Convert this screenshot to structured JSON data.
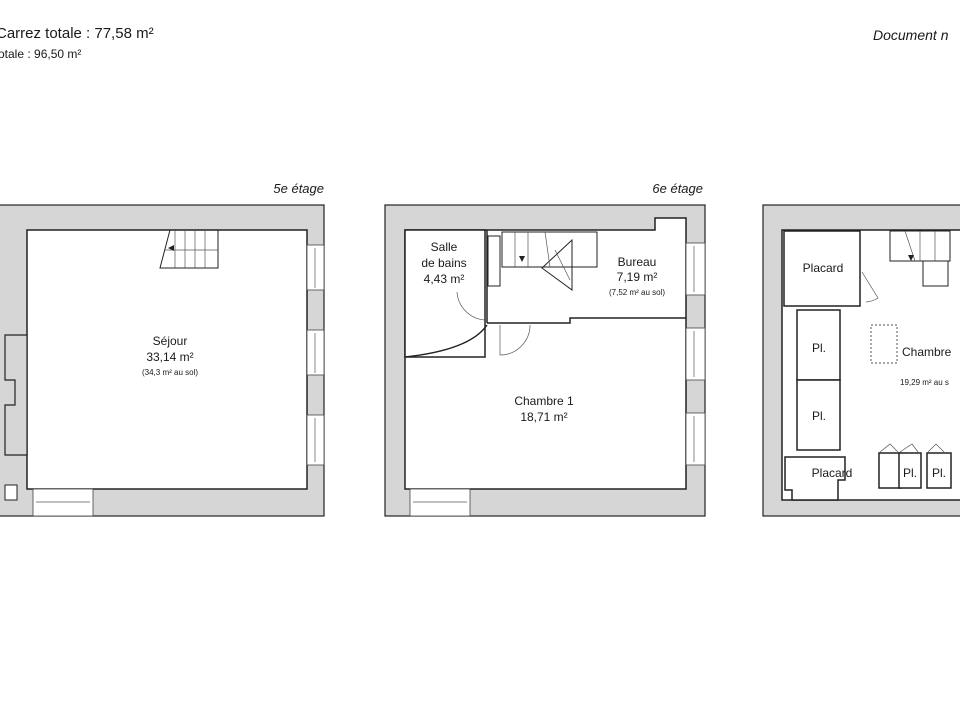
{
  "header": {
    "carrez_total": "Carrez totale : 77,58 m²",
    "surface_total": "otale : 96,50 m²",
    "document_note": "Document n"
  },
  "plans": [
    {
      "floor": "5e étage",
      "rooms": [
        {
          "name": "Séjour",
          "area": "33,14 m²",
          "floor_area": "(34,3 m² au sol)"
        }
      ]
    },
    {
      "floor": "6e étage",
      "rooms": [
        {
          "name": "Salle",
          "name2": "de bains",
          "area": "4,43 m²"
        },
        {
          "name": "Bureau",
          "area": "7,19 m²",
          "floor_area": "(7,52 m² au sol)"
        },
        {
          "name": "Chambre 1",
          "area": "18,71 m²"
        }
      ]
    },
    {
      "rooms": [
        {
          "name": "Chambre",
          "floor_area": "19,29 m² au s"
        },
        {
          "name": "Placard"
        },
        {
          "name": "Pl."
        },
        {
          "name": "Pl."
        },
        {
          "name": "Placard"
        },
        {
          "name": "Pl."
        },
        {
          "name": "Pl."
        }
      ]
    }
  ],
  "colors": {
    "wall": "#d6d6d6",
    "line": "#222222"
  }
}
